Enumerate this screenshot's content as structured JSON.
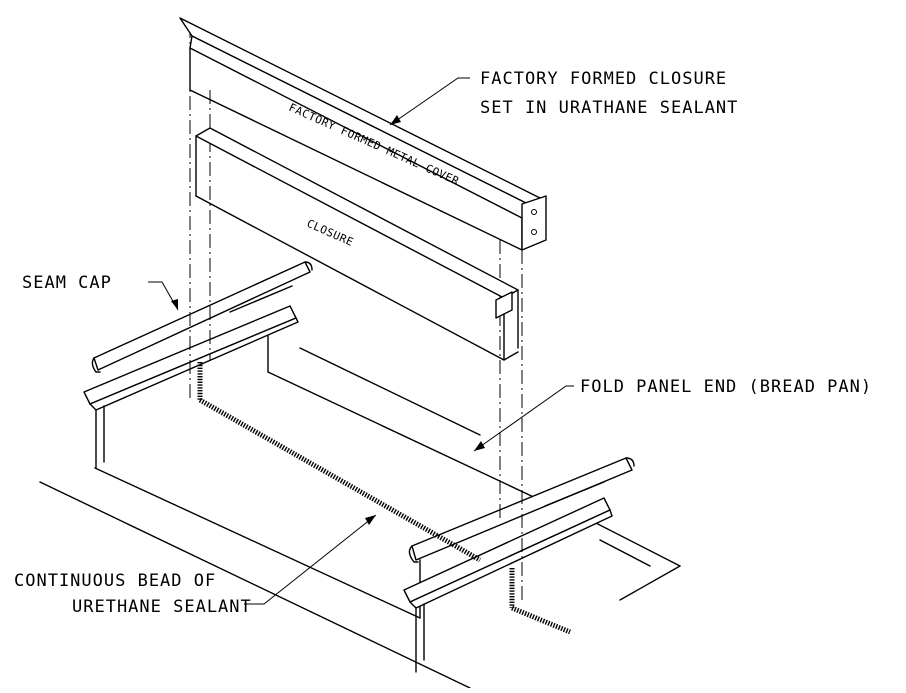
{
  "diagram": {
    "callouts": {
      "closure_line1": "FACTORY FORMED CLOSURE",
      "closure_line2": "SET IN URATHANE SEALANT",
      "seam_cap": "SEAM CAP",
      "fold_panel": "FOLD PANEL END (BREAD PAN)",
      "bead_line1": "CONTINUOUS BEAD OF",
      "bead_line2": "URETHANE SEALANT"
    },
    "inline_labels": {
      "metal_cover": "FACTORY FORMED METAL COVER",
      "closure": "CLOSURE"
    }
  }
}
